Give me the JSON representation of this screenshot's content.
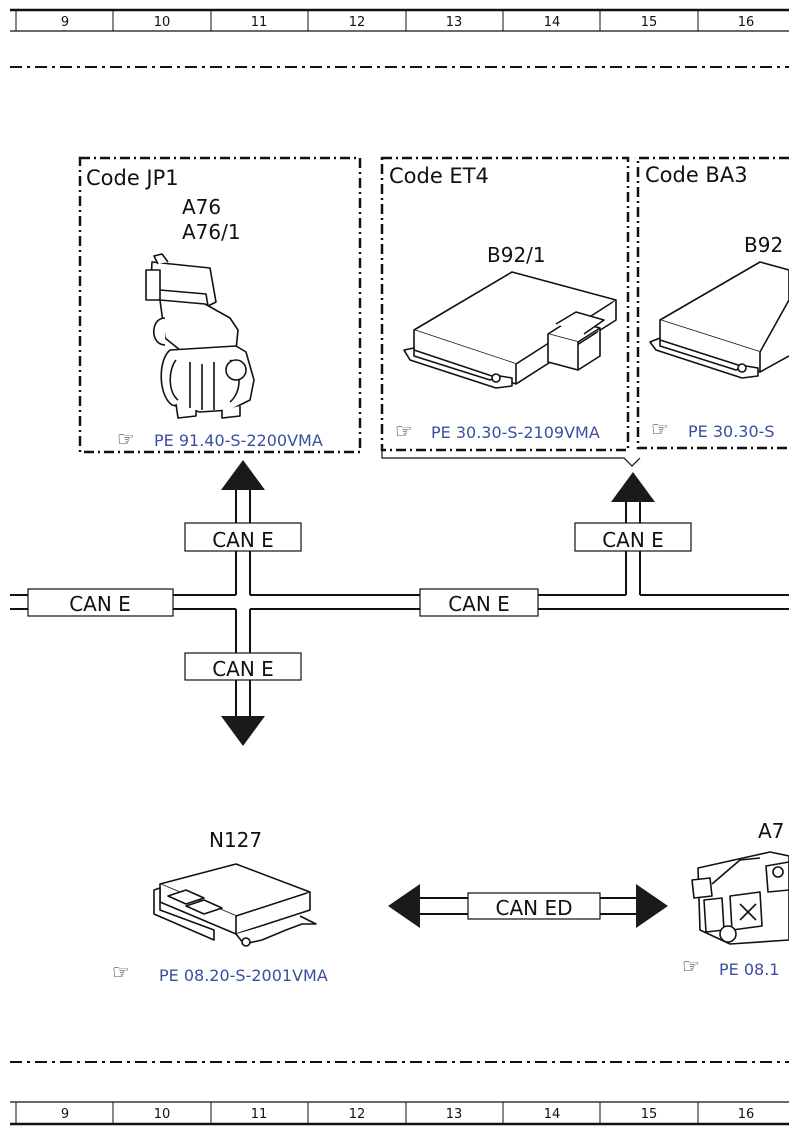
{
  "ruler": {
    "columns": [
      "9",
      "10",
      "11",
      "12",
      "13",
      "14",
      "15",
      "16"
    ]
  },
  "boxes": [
    {
      "code": "Code JP1",
      "components": [
        "A76",
        "A76/1"
      ],
      "reference": "PE 91.40-S-2200VMA"
    },
    {
      "code": "Code ET4",
      "components": [
        "B92/1"
      ],
      "reference": "PE 30.30-S-2109VMA"
    },
    {
      "code": "Code BA3",
      "components": [
        "B92"
      ],
      "reference": "PE 30.30-S"
    }
  ],
  "bus_labels": {
    "upper_left": "CAN E",
    "upper_right": "CAN E",
    "main_left": "CAN E",
    "main_mid": "CAN E",
    "lower": "CAN E",
    "diagnostic": "CAN ED"
  },
  "bottom_components": [
    {
      "name": "N127",
      "reference": "PE 08.20-S-2001VMA"
    },
    {
      "name": "A7",
      "reference": "PE 08.1"
    }
  ],
  "icons": {
    "reference": "pointing-hand-icon"
  },
  "colors": {
    "reference_link": "#3a4fa0",
    "line": "#1a1a1a"
  }
}
